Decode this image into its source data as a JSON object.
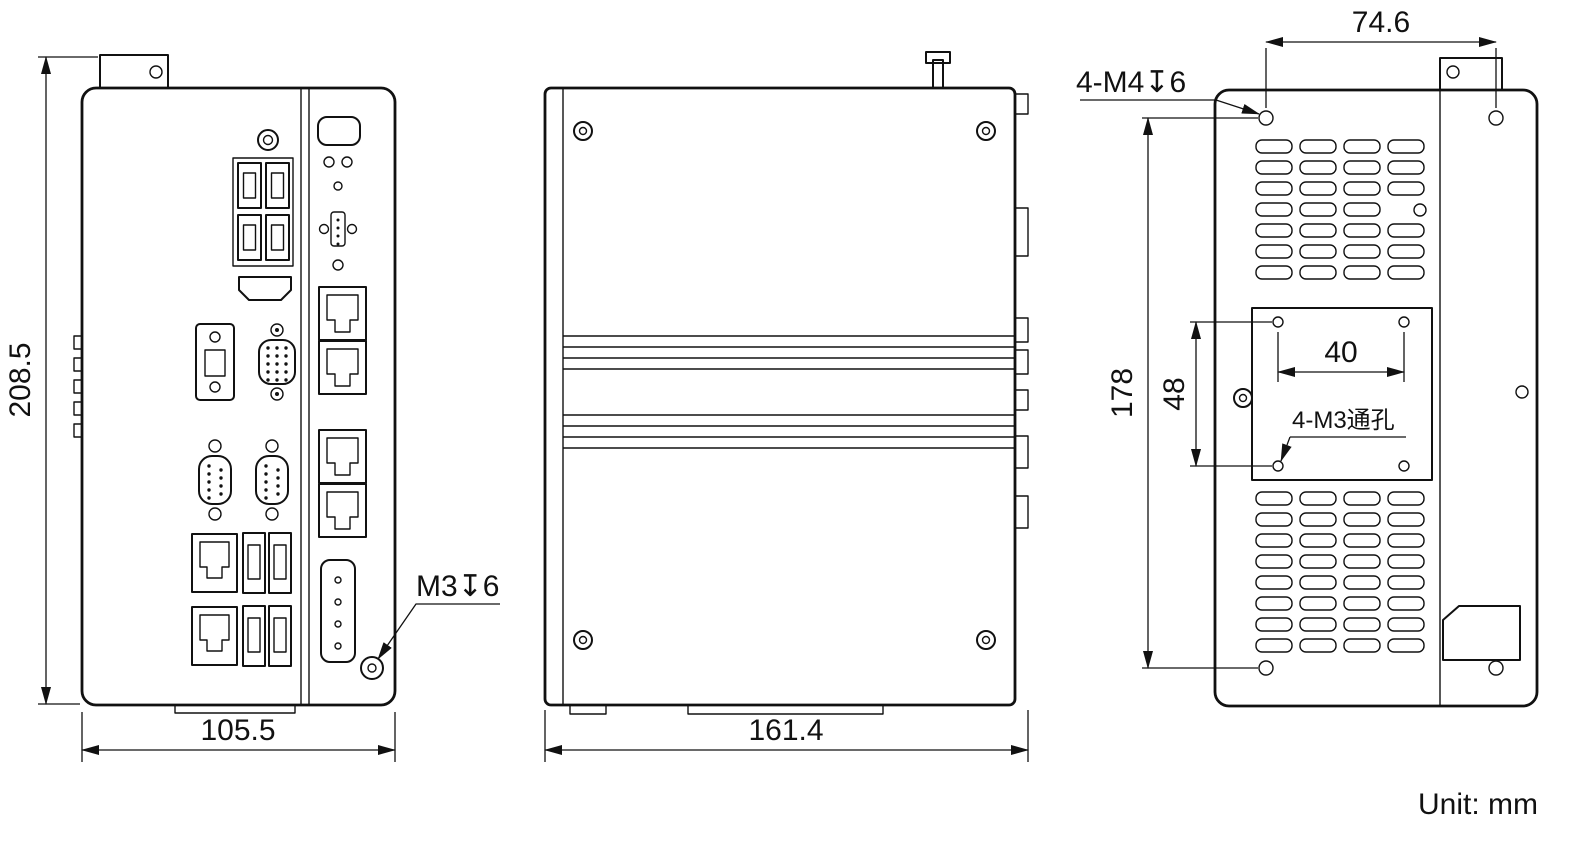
{
  "drawing": {
    "unit_label": "Unit: mm",
    "colors": {
      "line": "#111111",
      "background": "#ffffff"
    },
    "front": {
      "height_dim": "208.5",
      "width_dim": "105.5",
      "screw_note": "M3↧6"
    },
    "side": {
      "width_dim": "161.4"
    },
    "back": {
      "hole_span_dim": "74.6",
      "mount_note": "4-M4↧6",
      "height_dim": "178",
      "plate_height_dim": "48",
      "plate_width_dim": "40",
      "through_hole_note": "4-M3通孔"
    }
  }
}
